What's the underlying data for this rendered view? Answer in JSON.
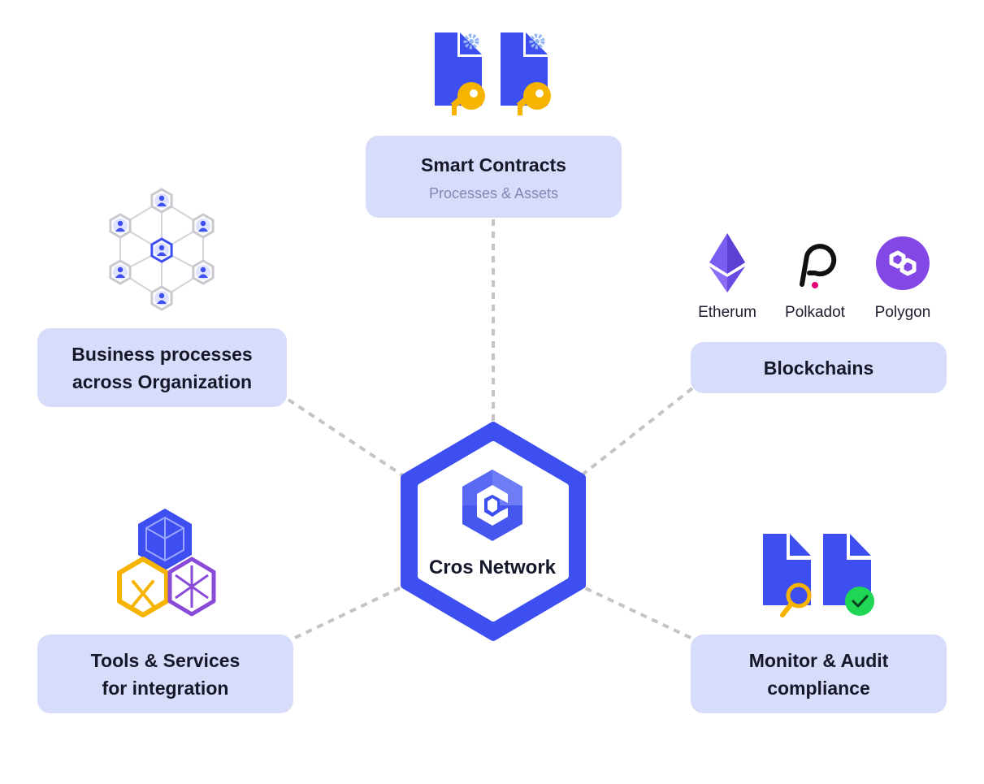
{
  "center": {
    "label": "Cros Network",
    "icon": "cros-network-logo",
    "accent": "#3d4ff0"
  },
  "nodes": {
    "smart_contracts": {
      "title": "Smart Contracts",
      "subtitle": "Processes & Assets",
      "icon": "contract-key-icon"
    },
    "business": {
      "title_line1": "Business processes",
      "title_line2": "across Organization",
      "icon": "organization-network-icon"
    },
    "blockchains": {
      "title": "Blockchains"
    },
    "tools": {
      "title_line1": "Tools & Services",
      "title_line2": "for integration",
      "icon": "integration-cubes-icon"
    },
    "monitor": {
      "title_line1": "Monitor & Audit",
      "title_line2": "compliance",
      "icon": "audit-documents-icon"
    }
  },
  "chains": [
    {
      "name": "Etherum",
      "icon": "ethereum-icon",
      "color": "#7b5cf0"
    },
    {
      "name": "Polkadot",
      "icon": "polkadot-icon",
      "color": "#e6007a"
    },
    {
      "name": "Polygon",
      "icon": "polygon-icon",
      "color": "#8247e5"
    }
  ],
  "colors": {
    "box": "#d8dcfb",
    "primary": "#3d4ff0",
    "key": "#f6b300",
    "check": "#1fd655",
    "connector": "#c2c2c2"
  }
}
